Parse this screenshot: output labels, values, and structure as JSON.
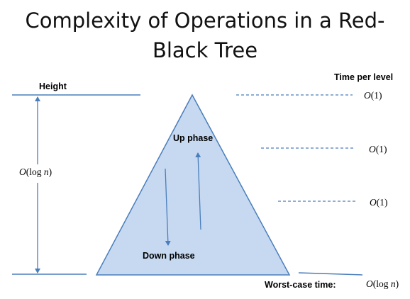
{
  "title": {
    "line1": "Complexity of Operations in a Red-",
    "line2": "Black Tree"
  },
  "labels": {
    "height": "Height",
    "time_per_level": "Time per level",
    "up_phase": "Up phase",
    "down_phase": "Down phase",
    "worst_case": "Worst-case time:"
  },
  "math": {
    "height_O": "O",
    "height_open": "(log",
    "height_n": "n",
    "height_close": ")",
    "level_1": "(1)",
    "level_2": "(1)",
    "level_3": "(1)",
    "level_O": "O",
    "worst_O": "O",
    "worst_open": "(log",
    "worst_n": "n",
    "worst_close": ")"
  },
  "colors": {
    "line": "#4a7ebb",
    "triangle_fill": "#c6d9f1",
    "triangle_stroke": "#4a7ebb"
  }
}
